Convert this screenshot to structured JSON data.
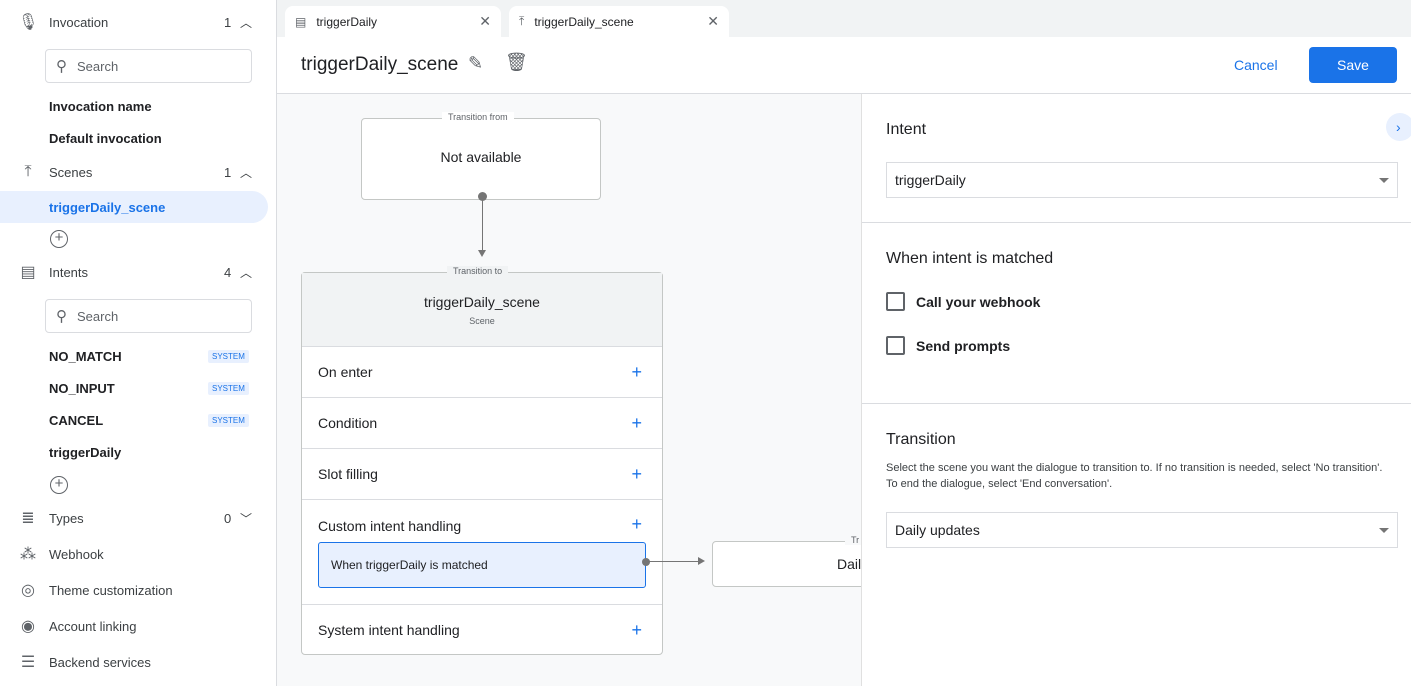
{
  "sidebar": {
    "invocation": {
      "label": "Invocation",
      "count": "1",
      "icon": "mic-icon",
      "search_placeholder": "Search",
      "items": [
        "Invocation name",
        "Default invocation"
      ]
    },
    "scenes": {
      "label": "Scenes",
      "count": "1",
      "icon": "merge-icon",
      "items": [
        "triggerDaily_scene"
      ]
    },
    "intents": {
      "label": "Intents",
      "count": "4",
      "icon": "list-icon",
      "search_placeholder": "Search",
      "items": [
        {
          "label": "NO_MATCH",
          "badge": "SYSTEM"
        },
        {
          "label": "NO_INPUT",
          "badge": "SYSTEM"
        },
        {
          "label": "CANCEL",
          "badge": "SYSTEM"
        },
        {
          "label": "triggerDaily"
        }
      ]
    },
    "types": {
      "label": "Types",
      "count": "0"
    },
    "webhook": "Webhook",
    "theme": "Theme customization",
    "account": "Account linking",
    "backend": "Backend services"
  },
  "tabs": [
    {
      "label": "triggerDaily",
      "icon": "intent-icon"
    },
    {
      "label": "triggerDaily_scene",
      "icon": "scene-icon",
      "active": true
    }
  ],
  "header": {
    "title": "triggerDaily_scene",
    "cancel": "Cancel",
    "save": "Save"
  },
  "canvas": {
    "from": {
      "legend": "Transition from",
      "text": "Not available"
    },
    "to": {
      "legend": "Transition to",
      "title": "triggerDaily_scene",
      "subtitle": "Scene"
    },
    "rows": [
      "On enter",
      "Condition",
      "Slot filling",
      "Custom intent handling",
      "System intent handling"
    ],
    "matched": "When triggerDaily is matched",
    "target": {
      "legend": "Tr",
      "text": "Dail"
    }
  },
  "panel": {
    "intent_title": "Intent",
    "intent_value": "triggerDaily",
    "matched_title": "When intent is matched",
    "webhook": "Call your webhook",
    "prompts": "Send prompts",
    "transition_title": "Transition",
    "transition_desc": "Select the scene you want the dialogue to transition to. If no transition is needed, select 'No transition'. To end the dialogue, select 'End conversation'.",
    "transition_value": "Daily updates"
  },
  "colors": {
    "accent": "#1a73e8",
    "selected_bg": "#e8f0fe"
  }
}
